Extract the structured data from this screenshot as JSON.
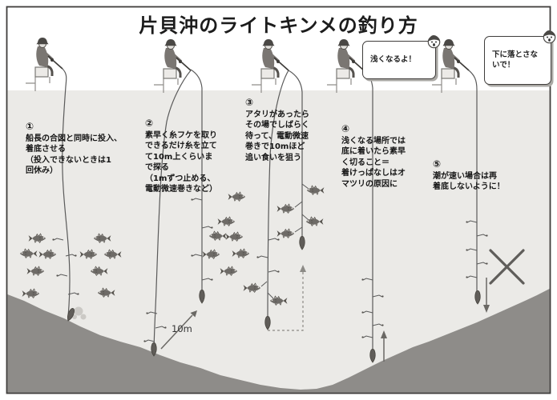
{
  "header": {
    "title": "片貝沖のライトキンメの釣り方"
  },
  "steps": [
    {
      "number": "①",
      "text": "船長の合図と同時に投入、\n着底させる\n（投入できないときは1\n回休み）"
    },
    {
      "number": "②",
      "text": "素早く糸フケを取り\nできるだけ糸を立て\nて10m上くらいま\nで探る\n（1mずつ止める、\n電動微速巻きなど）"
    },
    {
      "number": "③",
      "text": "アタリがあったら\nその場でしばらく\n待って、電動微速\n巻きで10mほど\n追い食いを狙う"
    },
    {
      "number": "④",
      "text": "浅くなる場所では\n底に着いたら素早\nく切ること＝\n着けっぱなしはオ\nマツリの原因に"
    },
    {
      "number": "⑤",
      "text": "潮が速い場合は再\n着底しないように！"
    }
  ],
  "speech_bubbles": [
    {
      "speaker_icon": "captain-face-icon",
      "text": "浅くなるよ！"
    },
    {
      "speaker_icon": "captain-face-icon",
      "text": "下に落とさな\nいで！"
    }
  ],
  "labels": {
    "depth_arrow": "10m"
  },
  "colors": {
    "water": "#ebeae7",
    "seafloor": "#8e8c89",
    "ink": "#1c1c1c",
    "line": "#5a5a5a"
  }
}
